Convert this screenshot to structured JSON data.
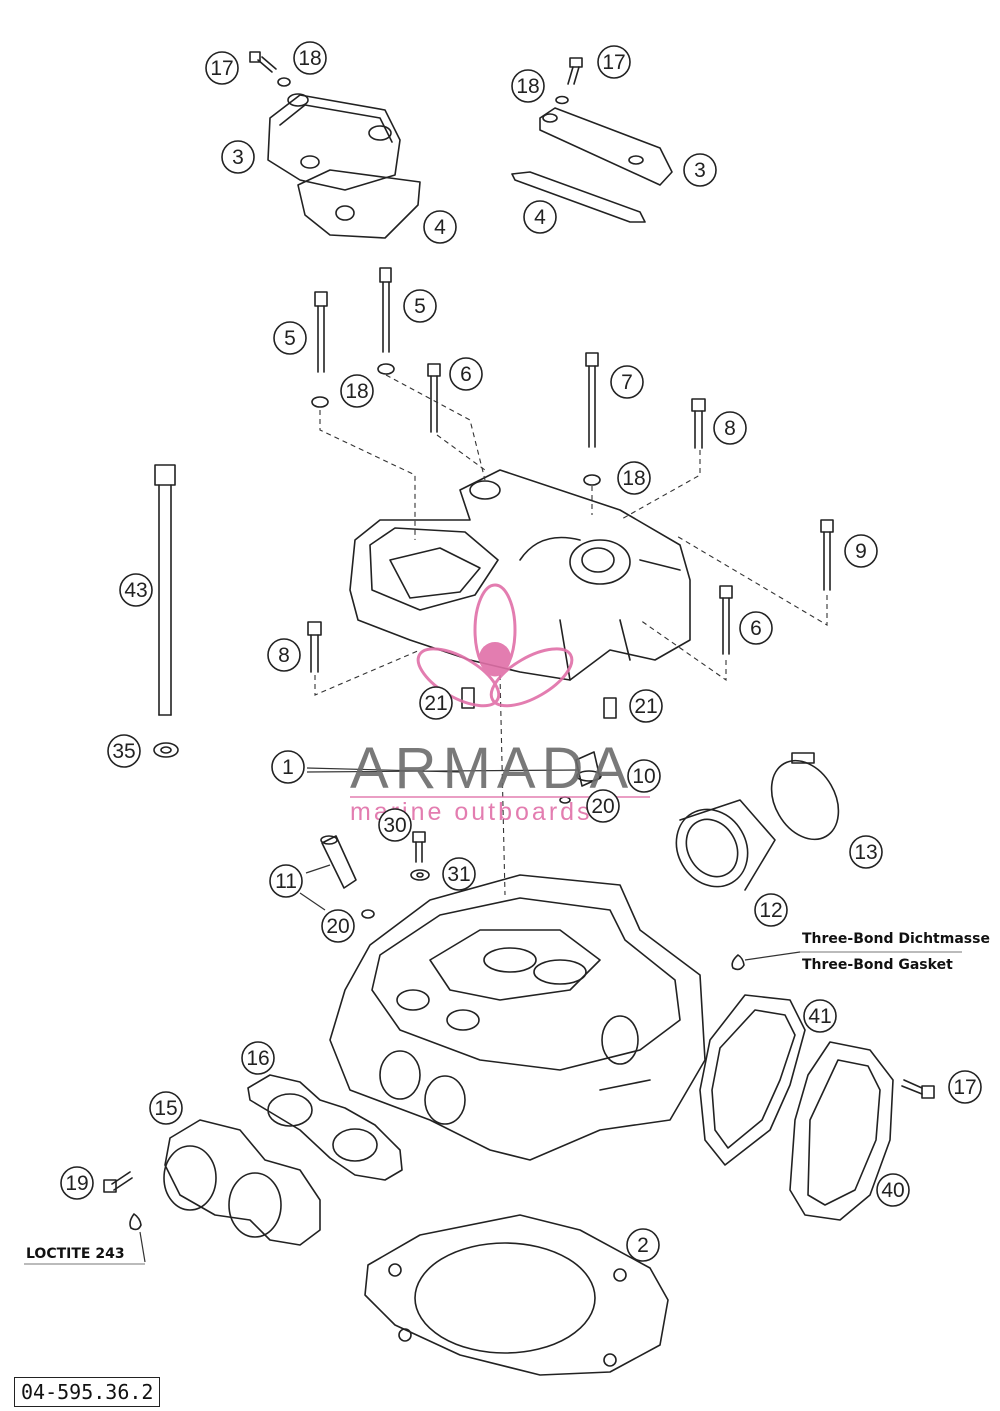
{
  "watermark": {
    "brand": "ARMADA",
    "tagline": "marine outboards",
    "accent_color": "#e070a8",
    "icon": "propeller-icon"
  },
  "document_id": "04-595.36.2",
  "notes": {
    "three_bond_de": "Three-Bond Dichtmasse",
    "three_bond_en": "Three-Bond Gasket",
    "loctite": "LOCTITE 243"
  },
  "callouts": [
    "17",
    "18",
    "3",
    "4",
    "17",
    "18",
    "3",
    "4",
    "5",
    "5",
    "18",
    "6",
    "7",
    "8",
    "18",
    "9",
    "43",
    "8",
    "6",
    "21",
    "21",
    "35",
    "1",
    "10",
    "20",
    "30",
    "31",
    "11",
    "20",
    "13",
    "12",
    "41",
    "16",
    "15",
    "17",
    "40",
    "19",
    "2"
  ]
}
